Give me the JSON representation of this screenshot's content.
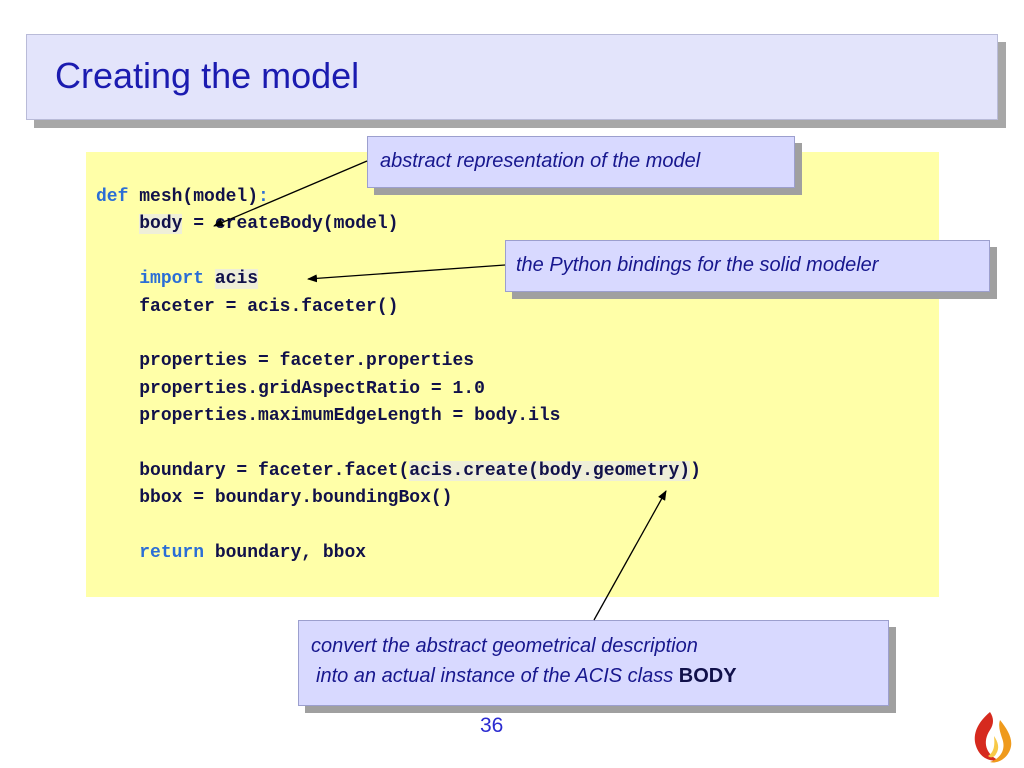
{
  "slide": {
    "title": "Creating the model",
    "page_number": "36"
  },
  "code": {
    "line1_kw": "def",
    "line1_rest": "mesh(model)",
    "line1_colon": ":",
    "line2_body": "body",
    "line2_rest": " = createBody(model)",
    "line4_kw": "import",
    "line4_mod": "acis",
    "line5": "faceter = acis.faceter()",
    "line7": "properties = faceter.properties",
    "line8": "properties.gridAspectRatio = 1.0",
    "line9": "properties.maximumEdgeLength = body.ils",
    "line11_a": "boundary = faceter.facet(",
    "line11_hl": "acis.create(body.geometry)",
    "line11_b": ")",
    "line12": "bbox = boundary.boundingBox()",
    "line14_kw": "return",
    "line14_rest": " boundary, bbox"
  },
  "callouts": {
    "abstract": "abstract representation of the model",
    "bindings": "the Python bindings for the solid modeler",
    "convert_line1": "convert the abstract geometrical description",
    "convert_line2": "into an actual instance of the ACIS class ",
    "convert_bold": "BODY"
  },
  "colors": {
    "title": "#1b1bb0",
    "code_bg": "#ffffa8",
    "keyword": "#2b6ed6",
    "callout_bg": "#d8d9ff"
  }
}
